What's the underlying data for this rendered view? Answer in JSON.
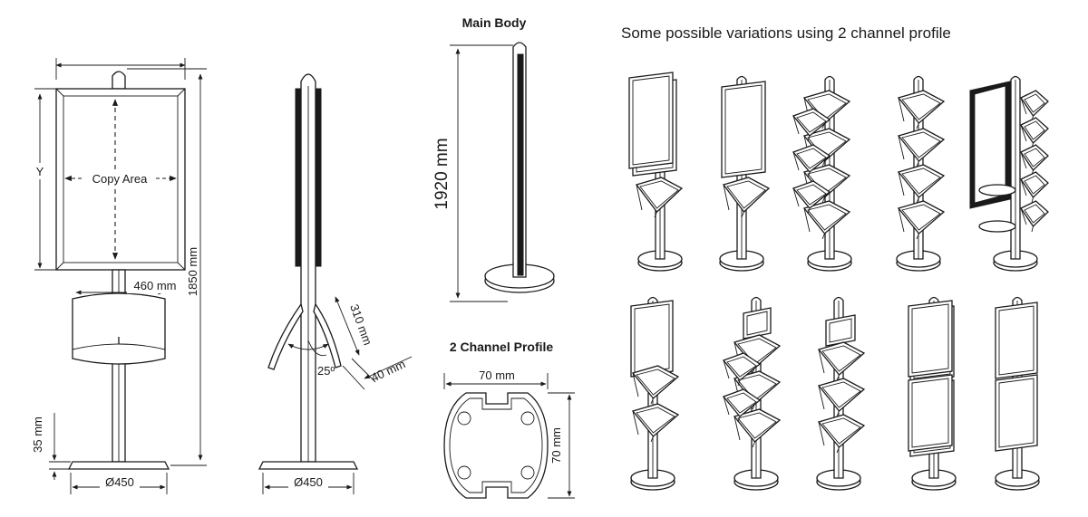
{
  "front_view": {
    "y_label": "Y",
    "copy_area_label": "Copy Area",
    "width_label": "460 mm",
    "height_label": "1850 mm",
    "base_height_label": "35 mm",
    "base_diameter_label": "Ø450"
  },
  "side_view": {
    "bracket_length_label": "310 mm",
    "angle_label": "25º",
    "depth_label": "40 mm",
    "base_diameter_label": "Ø450"
  },
  "main_body": {
    "title": "Main Body",
    "height_label": "1920 mm"
  },
  "profile": {
    "title": "2 Channel Profile",
    "width_label": "70 mm",
    "height_label": "70 mm"
  },
  "variations": {
    "title": "Some possible variations using 2 channel profile"
  }
}
